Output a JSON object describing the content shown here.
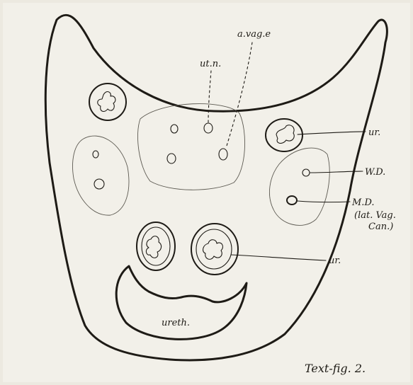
{
  "labels": {
    "ut_n": "ut.n.",
    "a_vag_e": "a.vag.e",
    "ur_upper": "ur.",
    "w_d": "W.D.",
    "m_d": "M.D.",
    "m_d_note_line1": "(lat. Vag.",
    "m_d_note_line2": "Can.)",
    "ur_lower": "ur.",
    "ureth": "ureth.",
    "caption": "Text-fig. 2."
  },
  "colors": {
    "paper": "#e9e6dd",
    "ink": "#1e1b16"
  }
}
